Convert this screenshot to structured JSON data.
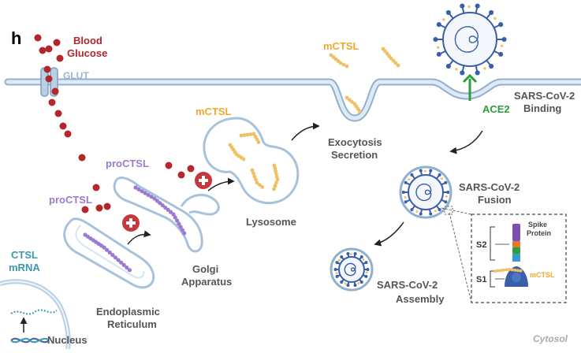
{
  "panel_letter": "h",
  "labels": {
    "blood_glucose_line1": "Blood",
    "blood_glucose_line2": "Glucose",
    "glut": "GLUT",
    "ctsl_mrna_line1": "CTSL",
    "ctsl_mrna_line2": "mRNA",
    "nucleus": "Nucleus",
    "procTSL_er": "proCTSL",
    "procTSL_golgi": "proCTSL",
    "er_line1": "Endoplasmic",
    "er_line2": "Reticulum",
    "golgi_line1": "Golgi",
    "golgi_line2": "Apparatus",
    "mctsl_lysosome": "mCTSL",
    "lysosome": "Lysosome",
    "mctsl_secreted": "mCTSL",
    "exocytosis_line1": "Exocytosis",
    "exocytosis_line2": "Secretion",
    "ace2": "ACE2",
    "binding_line1": "SARS-CoV-2",
    "binding_line2": "Binding",
    "fusion_line1": "SARS-CoV-2",
    "fusion_line2": "Fusion",
    "assembly_line1": "SARS-CoV-2",
    "assembly_line2": "Assembly",
    "inset_spike_line1": "Spike",
    "inset_spike_line2": "Protein",
    "inset_s2": "S2",
    "inset_s1": "S1",
    "inset_mctsl": "mCTSL",
    "cytosol": "Cytosol"
  },
  "colors": {
    "membrane": "#b9cfe4",
    "membrane_stroke": "#8fb0cf",
    "glucose": "#b3262b",
    "ctsl_purple": "#9a7bd0",
    "ctsl_orange": "#f0c063",
    "virus_blue": "#3a5fa8",
    "ace2_green": "#2e9e3e",
    "label_red": "#b3262b",
    "label_purple": "#9a7bd0",
    "label_orange": "#f0a830",
    "label_teal": "#3b97b0",
    "label_grey": "#555555",
    "label_green": "#2e9e3e"
  }
}
